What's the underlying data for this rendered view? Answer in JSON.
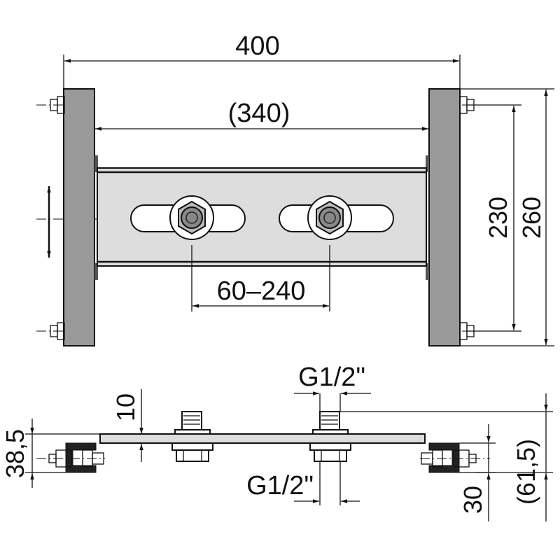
{
  "drawing": {
    "top_view": {
      "overall_width": "400",
      "inner_width": "(340)",
      "adjust_range": "60–240",
      "inner_height": "230",
      "overall_height": "260"
    },
    "side_view": {
      "plate_thickness": "10",
      "thread_top": "G1/2\"",
      "thread_bottom": "G1/2\"",
      "left_height": "38,5",
      "bracket_height": "30",
      "total_height": "(61,5)"
    }
  },
  "colors": {
    "part_fill": "#999999",
    "plate_fill": "#dddddd",
    "line": "#111111",
    "background": "#ffffff"
  }
}
